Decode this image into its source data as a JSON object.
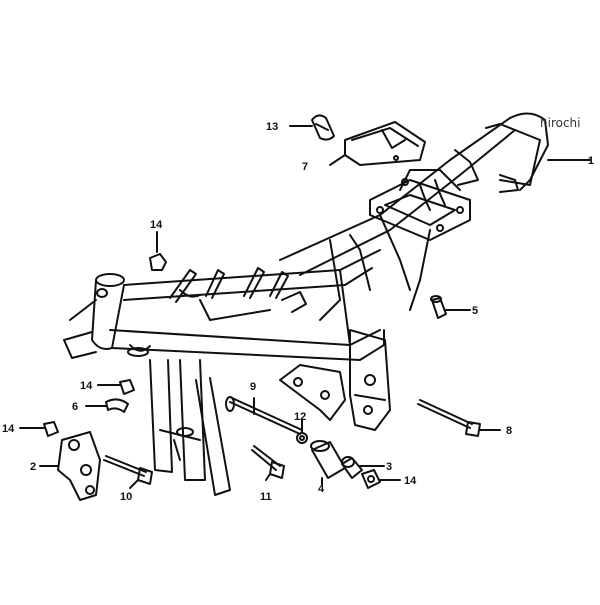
{
  "watermark": "hirochi",
  "callouts": [
    {
      "id": "1",
      "label": "1"
    },
    {
      "id": "2",
      "label": "2"
    },
    {
      "id": "3",
      "label": "3"
    },
    {
      "id": "4",
      "label": "4"
    },
    {
      "id": "5",
      "label": "5"
    },
    {
      "id": "6",
      "label": "6"
    },
    {
      "id": "7",
      "label": "7"
    },
    {
      "id": "8",
      "label": "8"
    },
    {
      "id": "9",
      "label": "9"
    },
    {
      "id": "10",
      "label": "10"
    },
    {
      "id": "11",
      "label": "11"
    },
    {
      "id": "12",
      "label": "12"
    },
    {
      "id": "13",
      "label": "13"
    },
    {
      "id": "14a",
      "label": "14"
    },
    {
      "id": "14b",
      "label": "14"
    },
    {
      "id": "14c",
      "label": "14"
    },
    {
      "id": "14d",
      "label": "14"
    }
  ]
}
